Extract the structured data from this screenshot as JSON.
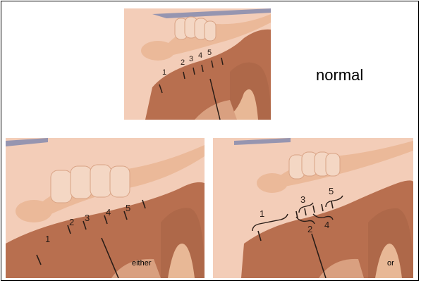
{
  "captions": {
    "top_right": "normal",
    "bottom_left": "either",
    "bottom_right": "or"
  },
  "labels": {
    "normal": [
      "1",
      "2",
      "3",
      "4",
      "5"
    ],
    "either": [
      "1",
      "2",
      "3",
      "4",
      "5"
    ],
    "or_upper": [
      "1",
      "3",
      "5"
    ],
    "or_lower": [
      "2",
      "4"
    ]
  },
  "colors": {
    "background_skin": "#f3cdb8",
    "muscle": "#b86f4f",
    "muscle_shadow": "#9c5b3e",
    "light_tissue": "#e8b896",
    "finger": "#ebb999",
    "ink": "#2a1d17",
    "accent_blue": "#3a5ea8"
  }
}
